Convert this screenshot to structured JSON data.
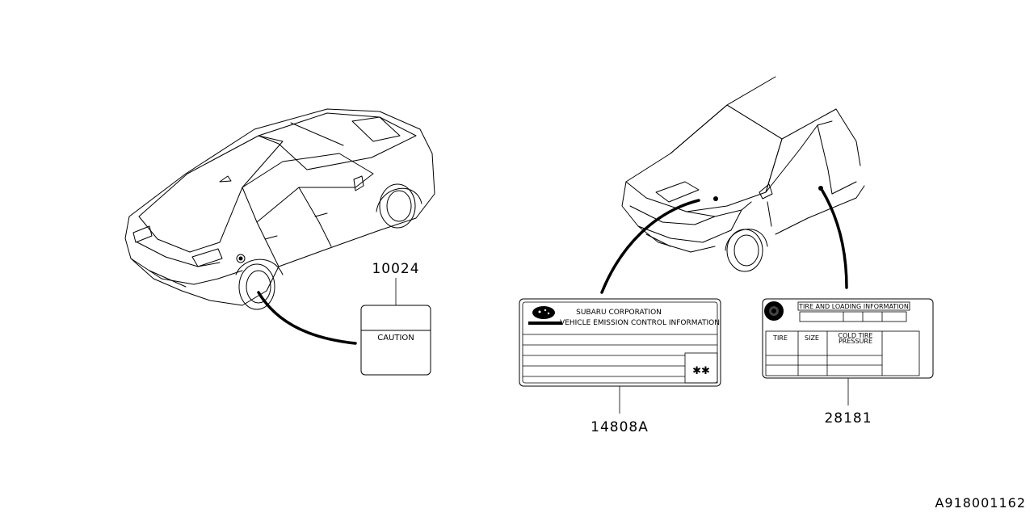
{
  "diagram_id": "A918001162",
  "parts": [
    {
      "callout": "10024",
      "label_text": "CAUTION"
    },
    {
      "callout": "14808A",
      "label_line1": "SUBARU CORPORATION",
      "label_line2": "VEHICLE EMISSION CONTROL INFORMATION",
      "mark": "✱✱"
    },
    {
      "callout": "28181",
      "label_title": "TIRE AND LOADING INFORMATION",
      "col_tire": "TIRE",
      "col_size": "SIZE",
      "col_cold_1": "COLD TIRE",
      "col_cold_2": "PRESSURE"
    }
  ],
  "icons": [
    "subaru-logo-icon",
    "tire-icon"
  ]
}
